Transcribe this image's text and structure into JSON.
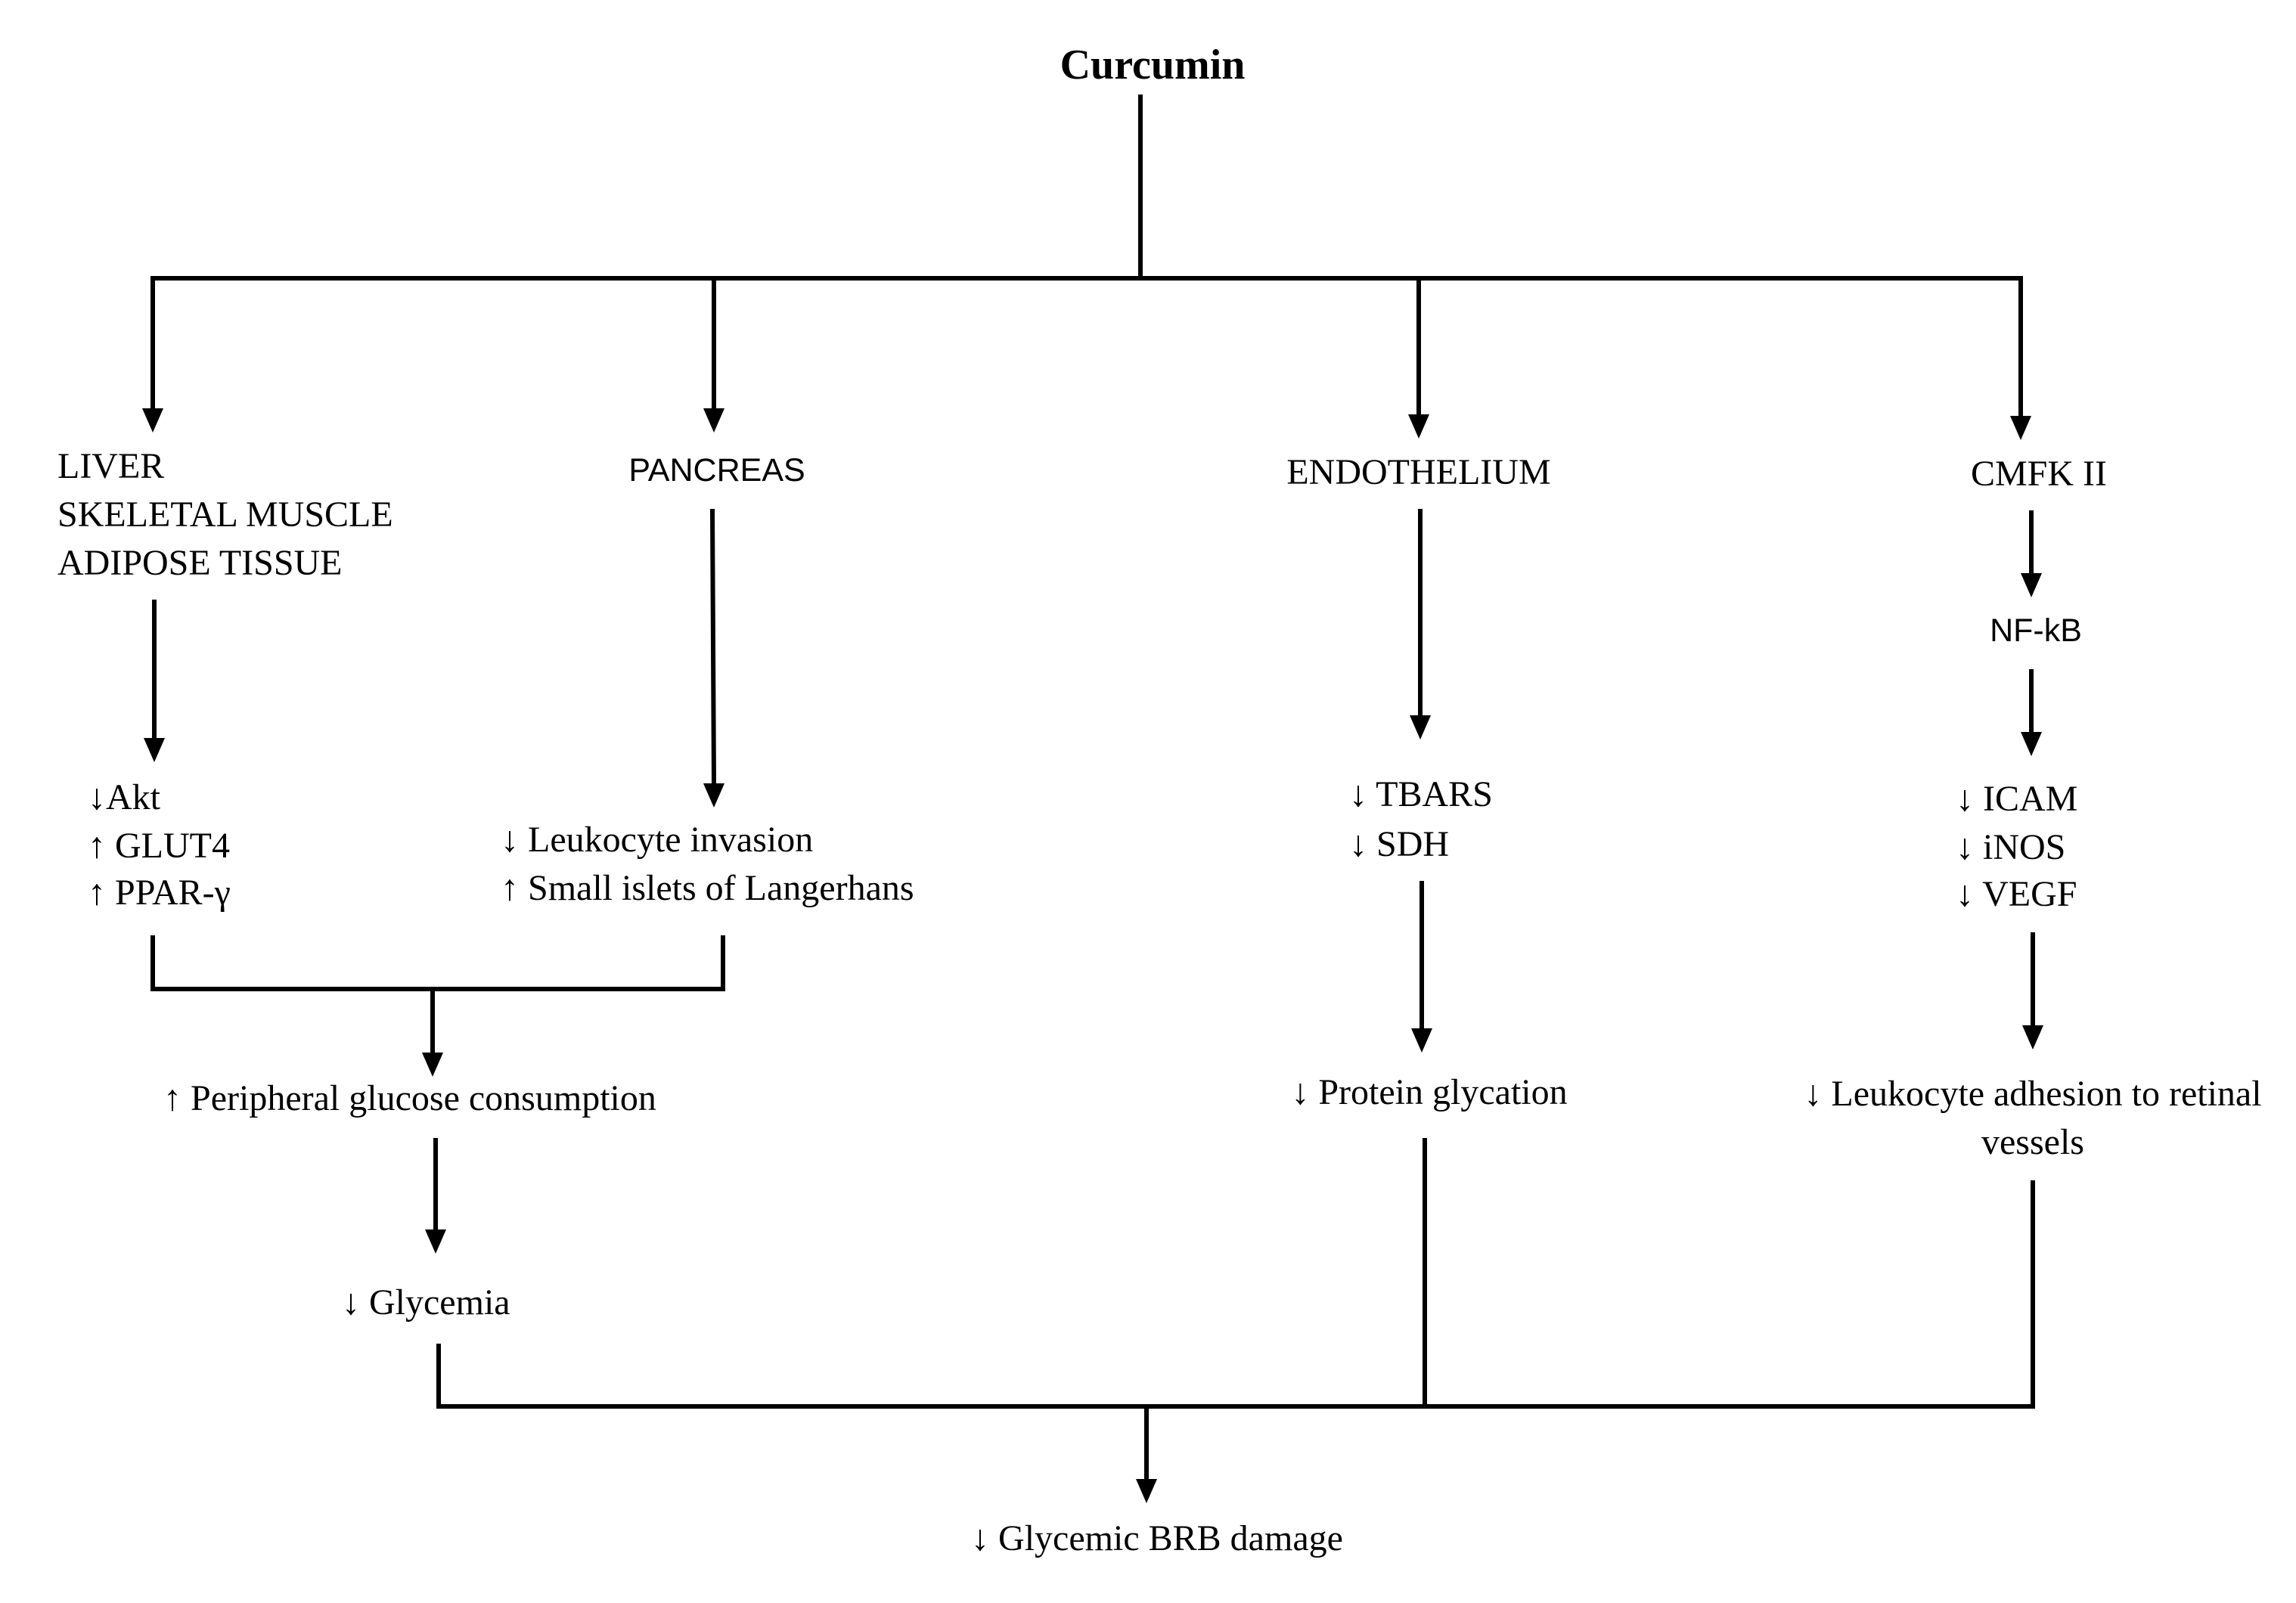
{
  "title": "Curcumin",
  "nodes": {
    "tissues": [
      "LIVER",
      "SKELETAL MUSCLE",
      "ADIPOSE TISSUE"
    ],
    "pancreas": "PANCREAS",
    "endothelium": "ENDOTHELIUM",
    "cmfk": "CMFK II",
    "nfkb": "NF-kB",
    "tissue_effects": [
      "↓Akt",
      "↑ GLUT4",
      "↑ PPAR-γ"
    ],
    "pancreas_effects": [
      "↓ Leukocyte invasion",
      "↑ Small islets of Langerhans"
    ],
    "endothelium_effects": [
      "↓ TBARS",
      "↓ SDH"
    ],
    "cmfk_effects": [
      "↓ ICAM",
      "↓ iNOS",
      "↓ VEGF"
    ],
    "peripheral": "↑ Peripheral glucose consumption",
    "glycemia": "↓ Glycemia",
    "protein": "↓ Protein glycation",
    "leukocyte_adhesion": [
      "↓ Leukocyte adhesion to retinal",
      "vessels"
    ],
    "final": "↓ Glycemic BRB damage"
  }
}
